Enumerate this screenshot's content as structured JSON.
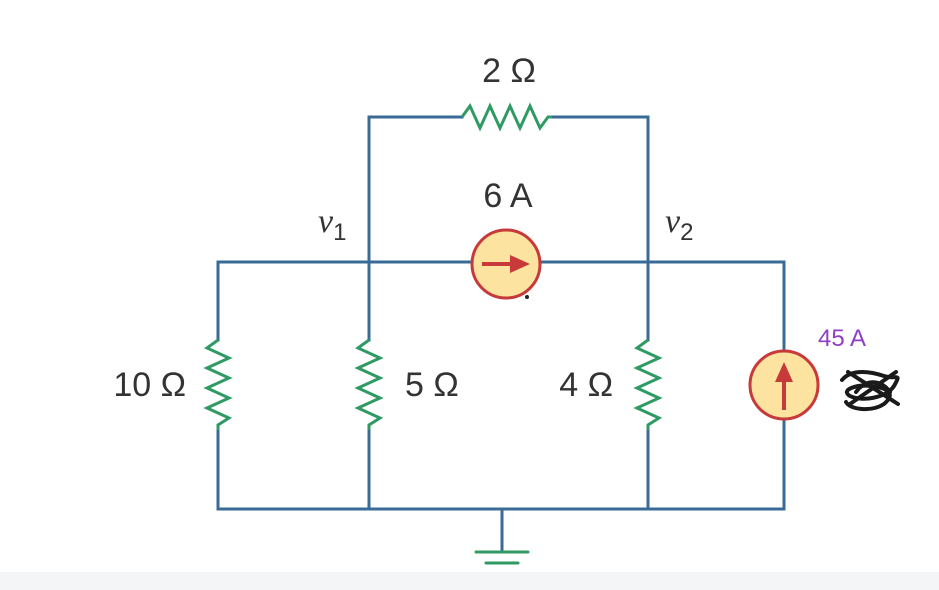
{
  "colors": {
    "wire": "#3a6b96",
    "resistor": "#2f9a63",
    "source_fill": "#fde3a0",
    "source_stroke": "#c83a3a",
    "annotation": "#8f3fc4",
    "text": "#333333"
  },
  "components": {
    "r_top": "2 Ω",
    "r_left": "10 Ω",
    "r_mid_left": "5 Ω",
    "r_mid_right": "4 Ω",
    "source_middle": "6 A",
    "source_right_annotation": "45 A"
  },
  "nodes": {
    "v1_letter": "v",
    "v1_sub": "1",
    "v2_letter": "v",
    "v2_sub": "2"
  }
}
